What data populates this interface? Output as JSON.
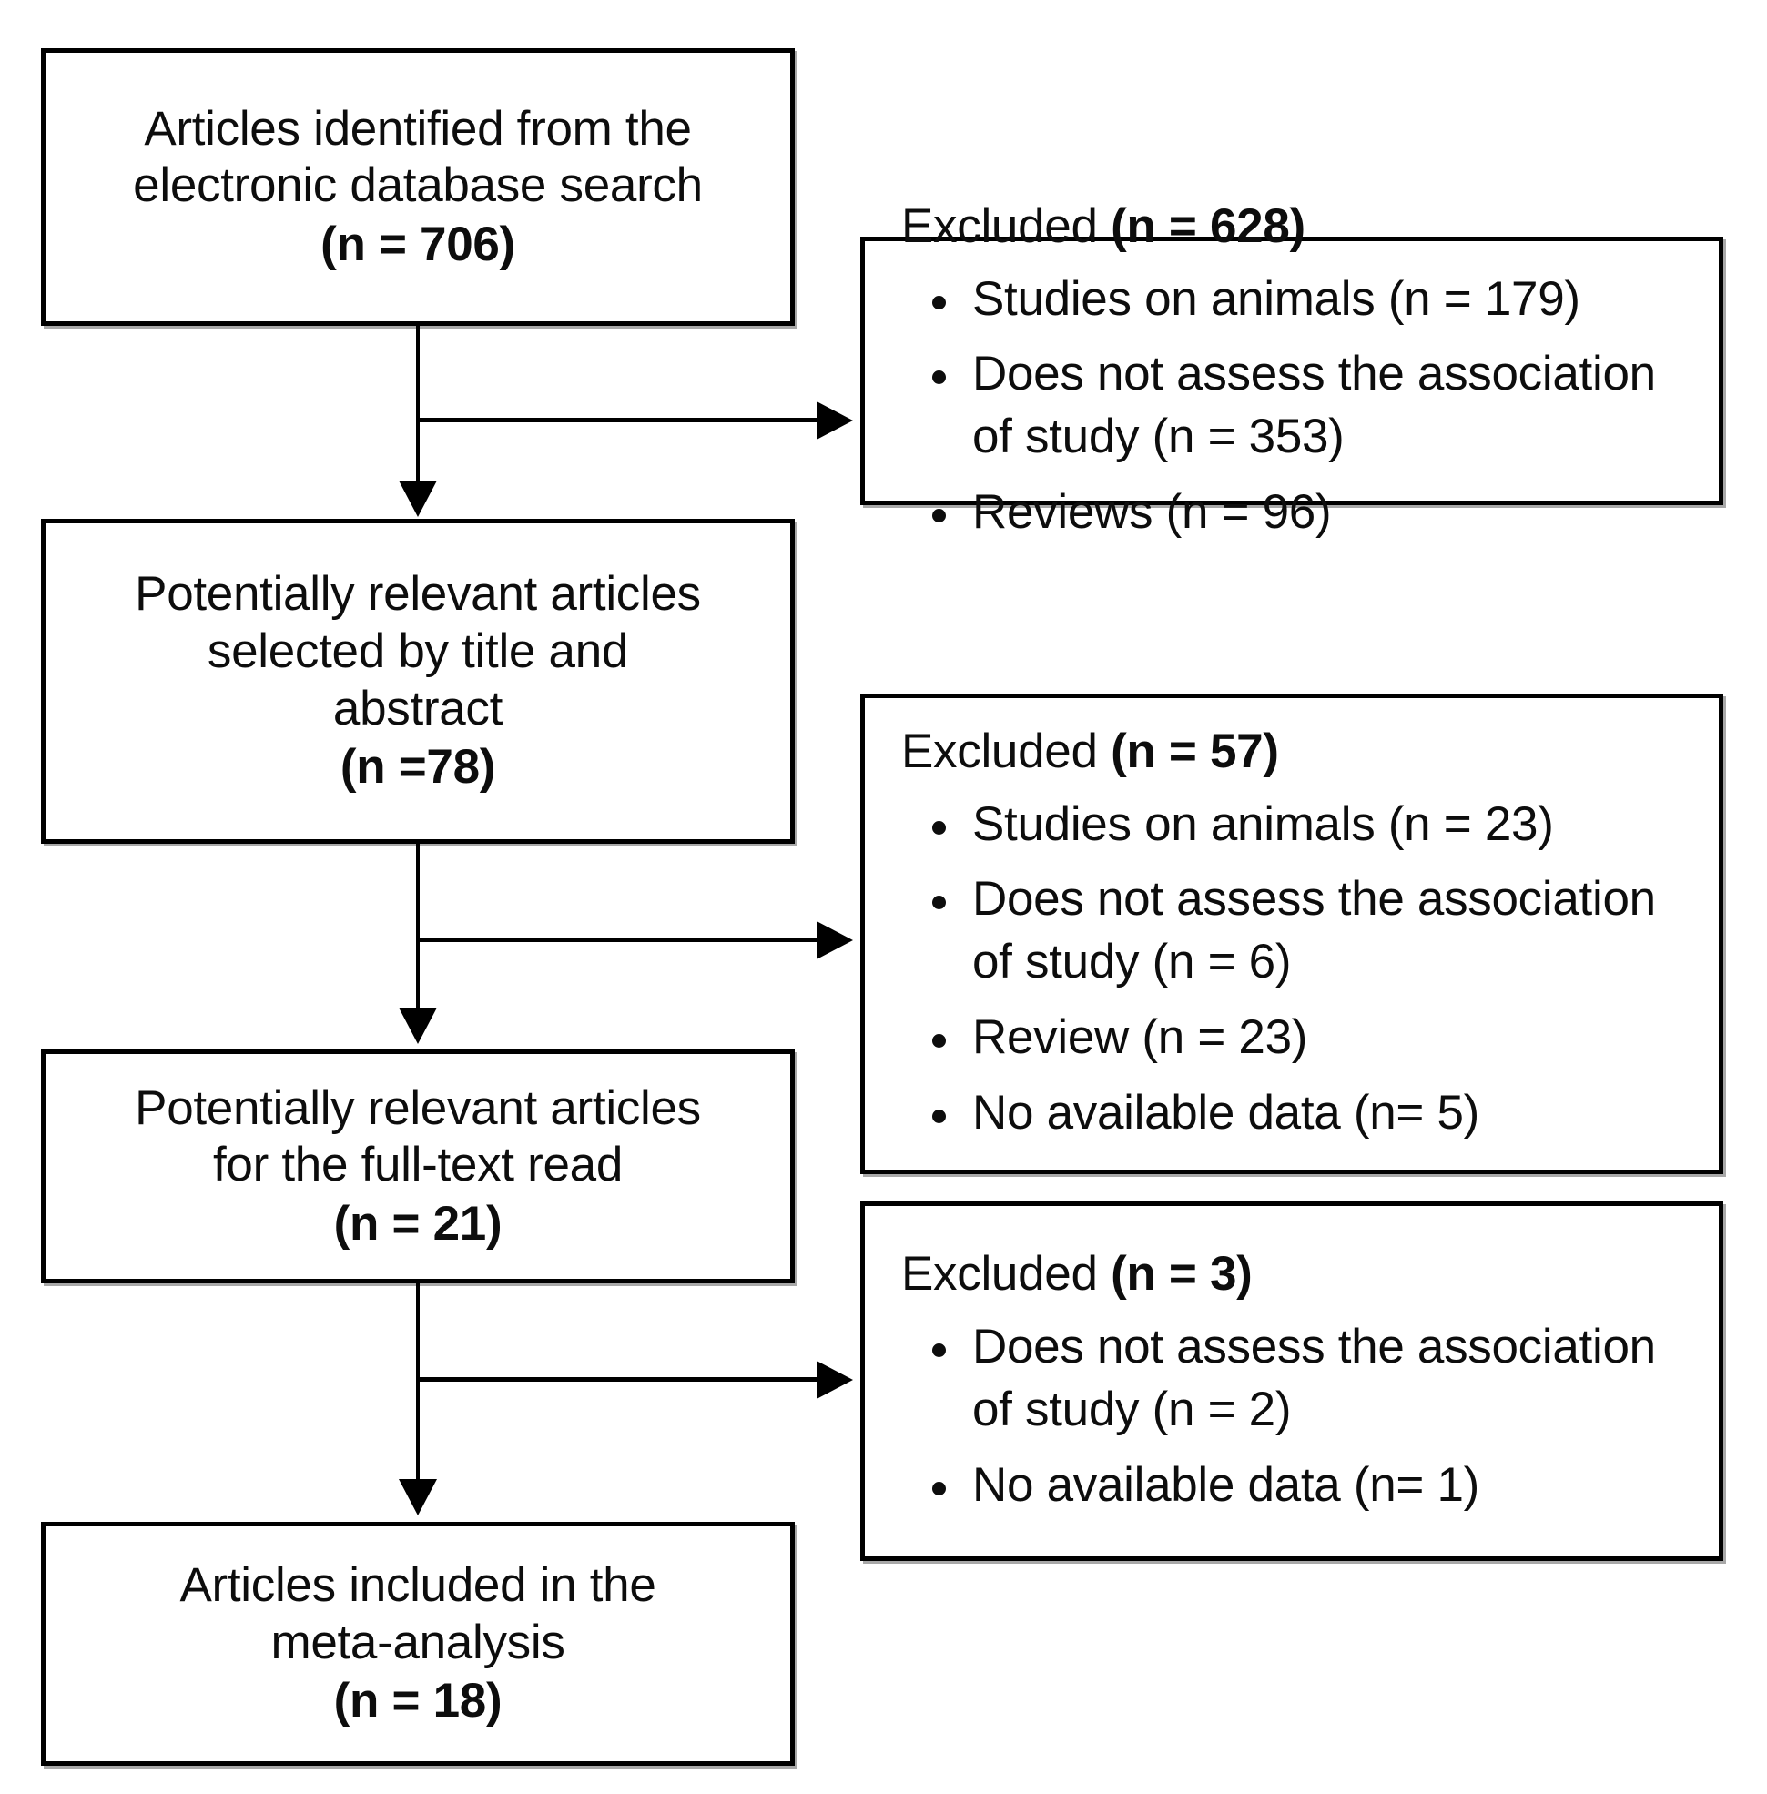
{
  "diagram": {
    "type": "prisma-flow-diagram",
    "title": "",
    "stages": [
      {
        "id": "identified",
        "lines": [
          "Articles identified from the",
          "electronic database search"
        ],
        "count": "(n = 706)"
      },
      {
        "id": "title-abstract-screened",
        "lines": [
          "Potentially relevant articles",
          "selected by title and",
          "abstract"
        ],
        "count": "(n =78)"
      },
      {
        "id": "full-text-assessed",
        "lines": [
          "Potentially relevant articles",
          "for the full-text read"
        ],
        "count": "(n = 21)"
      },
      {
        "id": "included",
        "lines": [
          "Articles included in the",
          "meta-analysis"
        ],
        "count": "(n = 18)"
      }
    ],
    "exclusions": [
      {
        "id": "excluded-1",
        "head_label": "Excluded ",
        "head_count": "(n = 628)",
        "reasons": [
          "Studies on animals (n = 179)",
          "Does not assess the association of study (n = 353)",
          "Reviews (n = 96)"
        ]
      },
      {
        "id": "excluded-2",
        "head_label": "Excluded ",
        "head_count": "(n = 57)",
        "reasons": [
          "Studies on animals (n = 23)",
          "Does not assess the association of study (n = 6)",
          "Review (n = 23)",
          "No available data (n= 5)"
        ]
      },
      {
        "id": "excluded-3",
        "head_label": "Excluded ",
        "head_count": "(n = 3)",
        "reasons": [
          "Does not assess the association of study (n = 2)",
          "No available data (n= 1)"
        ]
      }
    ],
    "colors": {
      "box_border": "#000000",
      "box_fill": "#ffffff",
      "text": "#0d0d0d",
      "connector": "#000000"
    }
  }
}
